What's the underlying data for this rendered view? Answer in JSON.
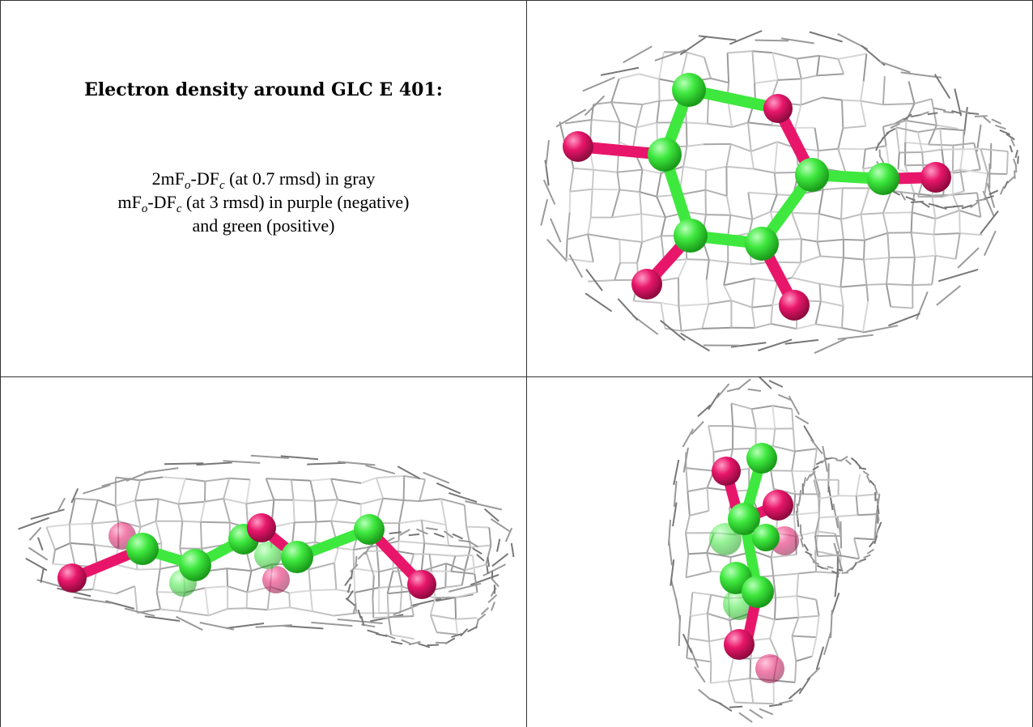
{
  "title": "Electron density around GLC E 401:",
  "legend": {
    "line1": {
      "prefix": "2mF",
      "sub_o": "o",
      "mid": "-DF",
      "sub_c": "c",
      "suffix": " (at 0.7 rmsd) in gray"
    },
    "line2": {
      "prefix": "mF",
      "sub_o": "o",
      "mid": "-DF",
      "sub_c": "c",
      "suffix": " (at 3 rmsd) in purple (negative)"
    },
    "line3": "and green (positive)"
  },
  "colors": {
    "carbon": "#3ee83e",
    "oxygen": "#e8166a",
    "mesh": "#b4b4b4",
    "grid_line": "#333333"
  },
  "panels": [
    {
      "name": "ring-top-view"
    },
    {
      "name": "side-view"
    },
    {
      "name": "end-view"
    }
  ]
}
